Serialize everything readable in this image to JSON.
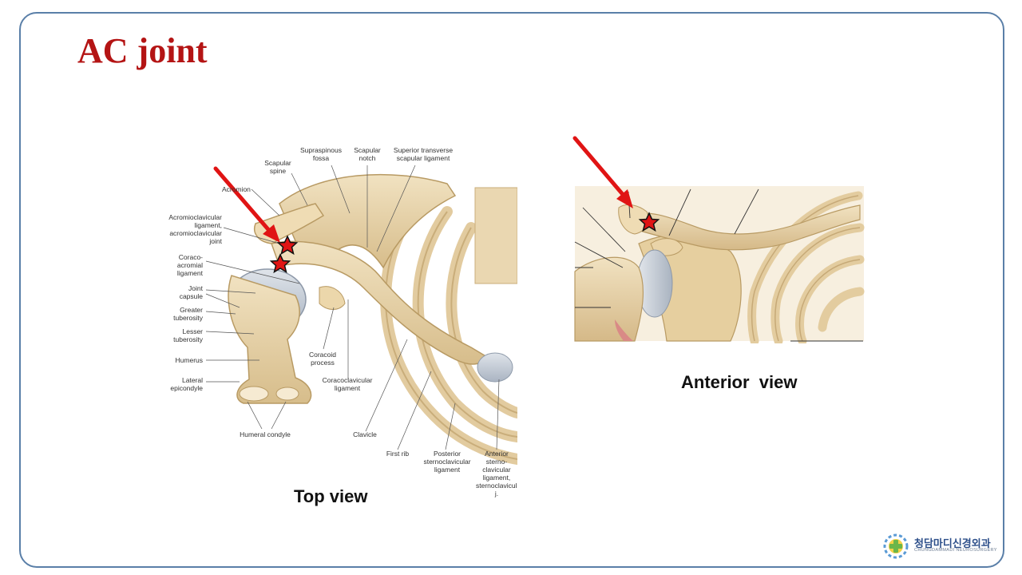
{
  "slide": {
    "title": "AC joint"
  },
  "top_view": {
    "caption": "Top view",
    "labels": {
      "scapular_spine": "Scapular\nspine",
      "supraspinous_fossa": "Supraspinous\nfossa",
      "scapular_notch": "Scapular\nnotch",
      "superior_transverse": "Superior transverse\nscapular ligament",
      "acromion": "Acromion",
      "ac_ligament": "Acromioclavicular\nligament,\nacromioclavicular\njoint",
      "coracoacromial": "Coraco-\nacromial\nligament",
      "joint_capsule": "Joint\ncapsule",
      "greater_tuberosity": "Greater\ntuberosity",
      "lesser_tuberosity": "Lesser\ntuberosity",
      "humerus": "Humerus",
      "lateral_epicondyle": "Lateral\nepicondyle",
      "humeral_condyle": "Humeral condyle",
      "coracoid_process": "Coracoid\nprocess",
      "coracoclavicular": "Coracoclavicular\nligament",
      "clavicle": "Clavicle",
      "first_rib": "First rib",
      "posterior_sc": "Posterior\nsternoclavicular\nligament",
      "anterior_sc": "Anterior sterno-\nclavicular ligament,\nsternoclavicular j."
    }
  },
  "anterior_view": {
    "caption": "Anterior  view"
  },
  "logo": {
    "name": "청담마디신경외과",
    "subtitle": "CHUNGDAMMADI NEUROSURGERY"
  },
  "colors": {
    "title": "#b41414",
    "arrow": "#e01414",
    "star_fill": "#e01414",
    "bone": "#e8d3a8",
    "ligament": "#c4ccd8",
    "frame": "#5a7fa8"
  }
}
